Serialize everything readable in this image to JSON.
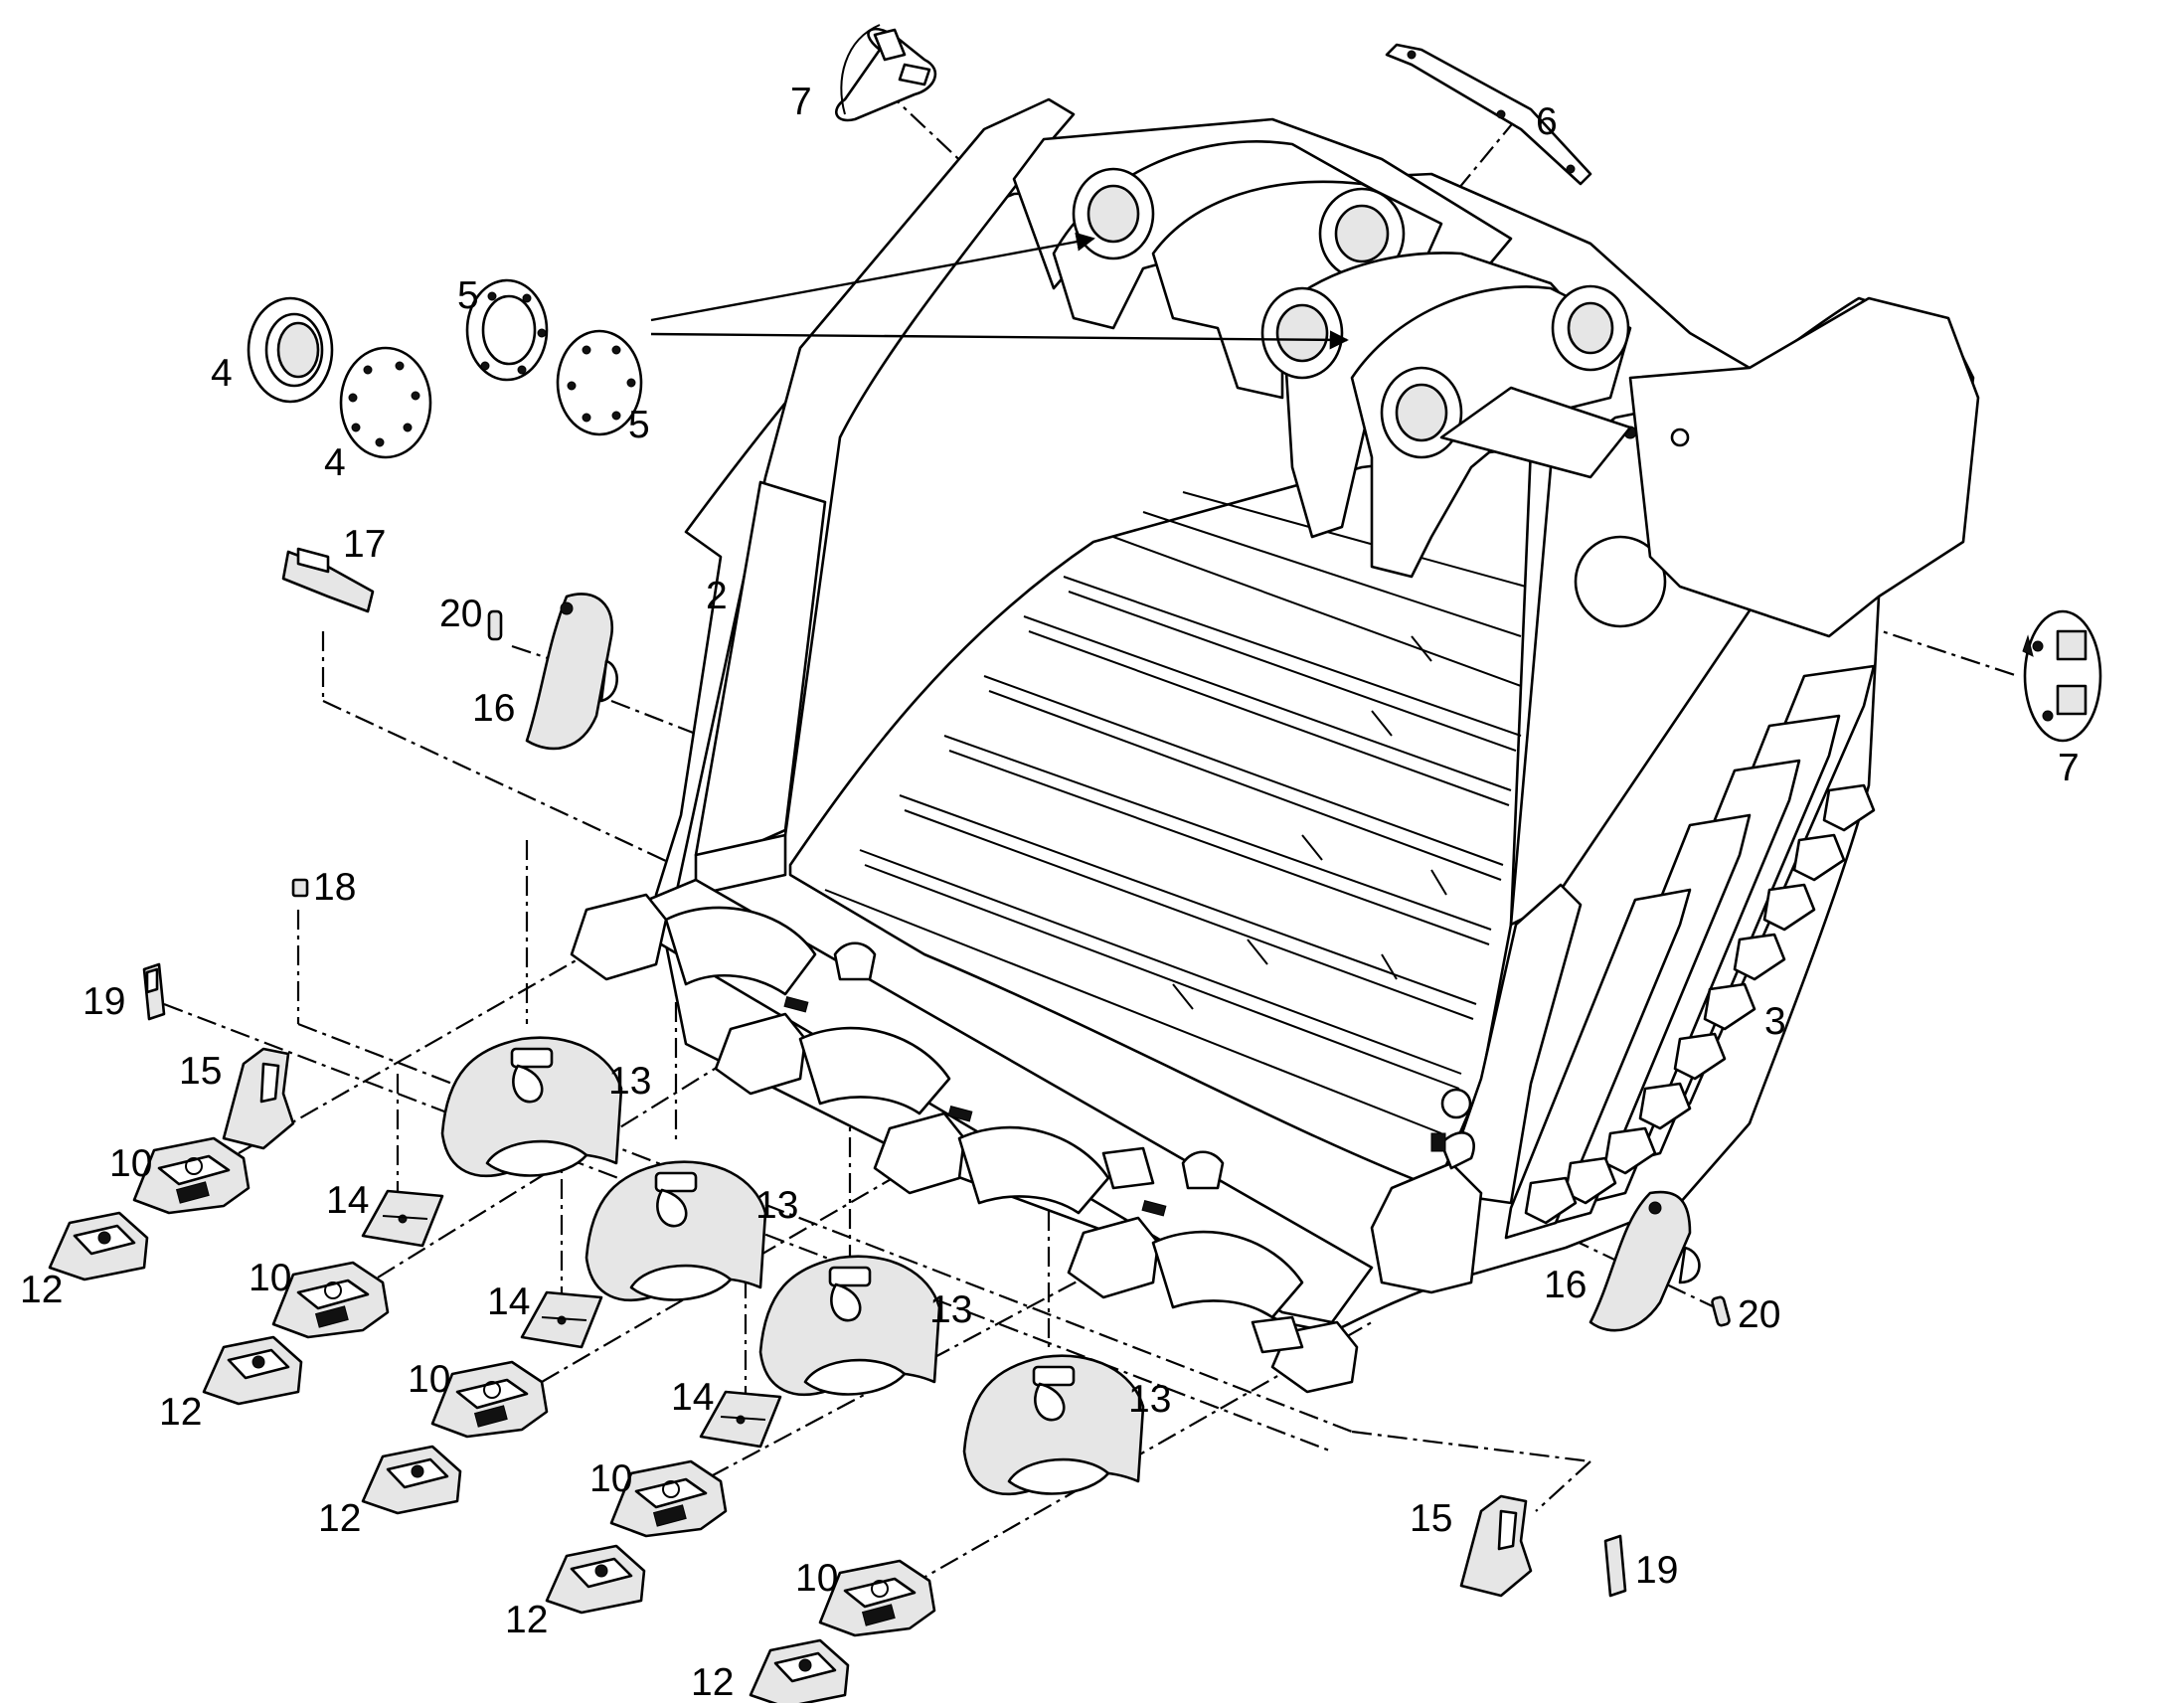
{
  "callouts": {
    "c2": "2",
    "c3": "3",
    "c4a": "4",
    "c4b": "4",
    "c5a": "5",
    "c5b": "5",
    "c6": "6",
    "c7a": "7",
    "c7b": "7",
    "c10a": "10",
    "c10b": "10",
    "c10c": "10",
    "c10d": "10",
    "c10e": "10",
    "c12a": "12",
    "c12b": "12",
    "c12c": "12",
    "c12d": "12",
    "c12e": "12",
    "c13a": "13",
    "c13b": "13",
    "c13c": "13",
    "c13d": "13",
    "c14a": "14",
    "c14b": "14",
    "c14c": "14",
    "c15a": "15",
    "c15b": "15",
    "c16a": "16",
    "c16b": "16",
    "c17": "17",
    "c18": "18",
    "c19a": "19",
    "c19b": "19",
    "c20a": "20",
    "c20b": "20"
  },
  "colors": {
    "line": "#000000",
    "background": "#ffffff",
    "fill": "#e6e6e6"
  }
}
